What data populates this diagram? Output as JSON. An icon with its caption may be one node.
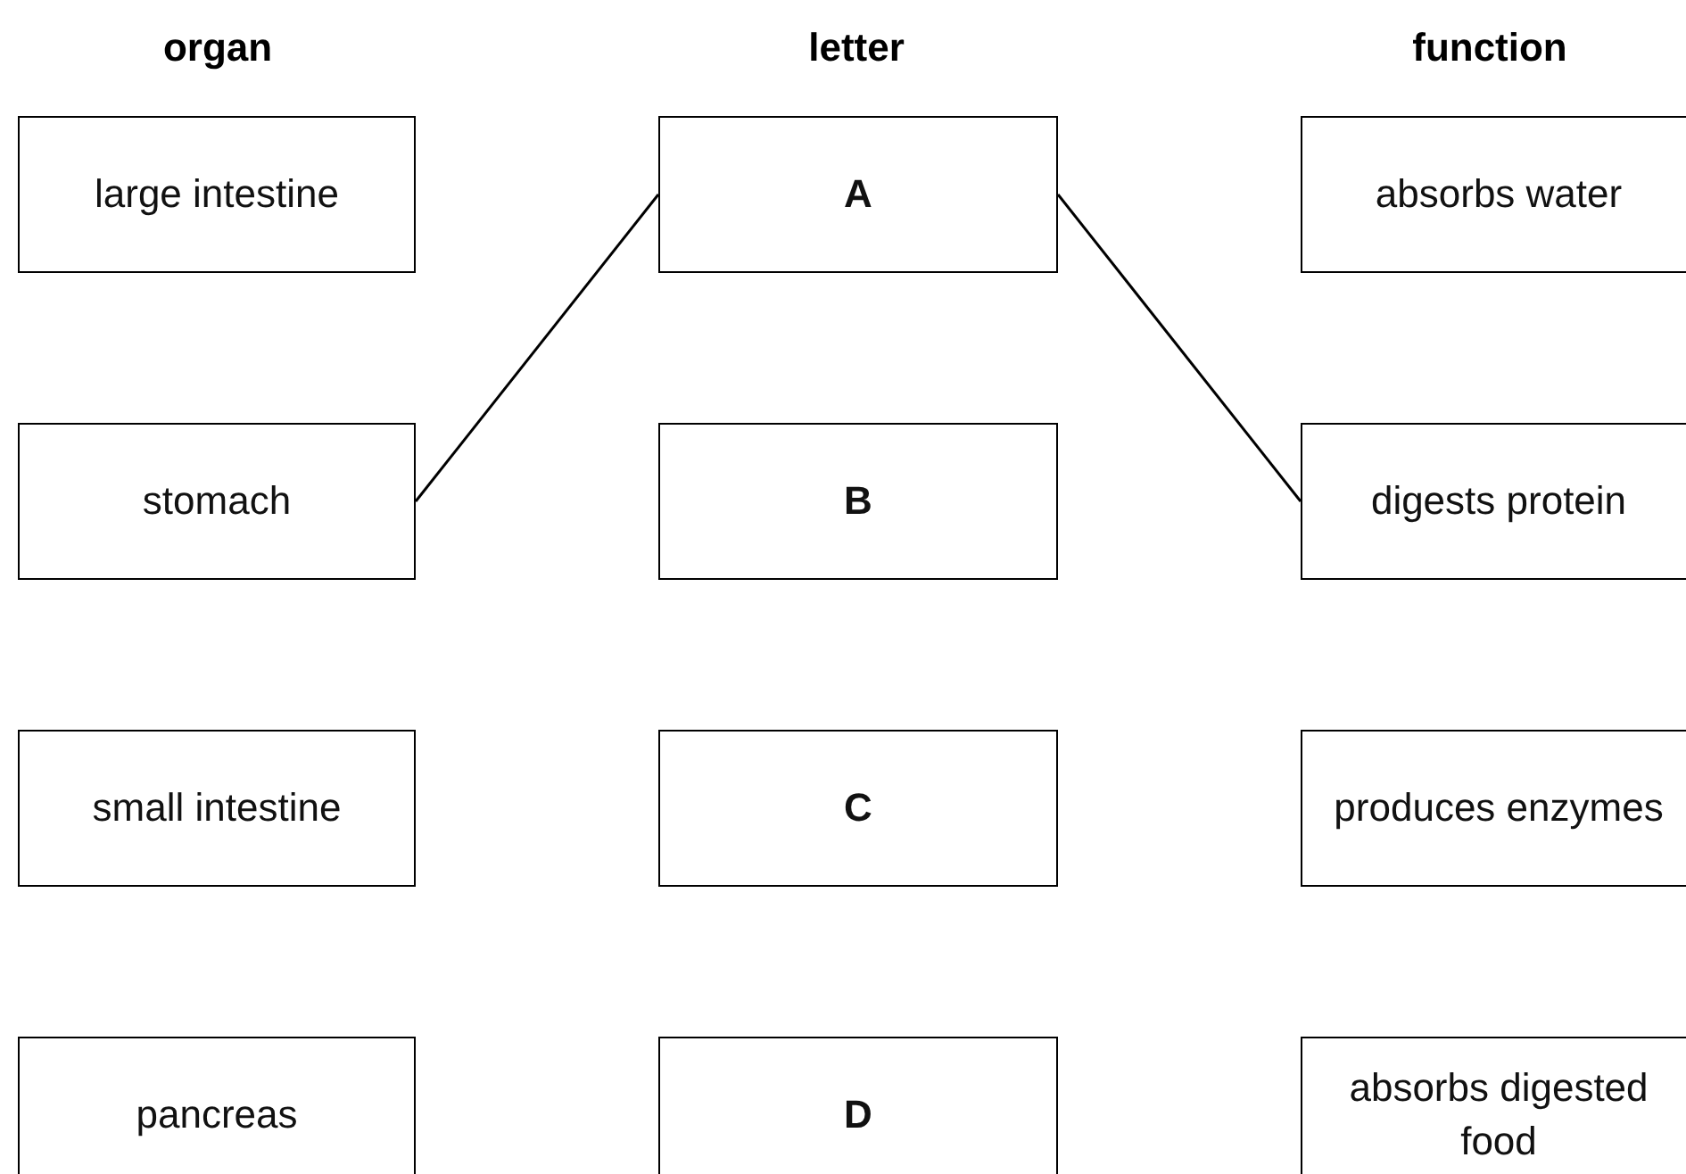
{
  "diagram": {
    "nodes": [
      {
        "text": [
          "large intestine"
        ]
      },
      {
        "text": [
          "A"
        ]
      },
      {
        "text": [
          "absorbs water"
        ]
      },
      {
        "text": [
          "stomach"
        ]
      },
      {
        "text": [
          "B"
        ]
      },
      {
        "text": [
          "digests protein"
        ]
      },
      {
        "text": [
          "small intestine"
        ]
      },
      {
        "text": [
          "C"
        ]
      },
      {
        "text": [
          "produces enzymes"
        ]
      },
      {
        "text": [
          "pancreas"
        ]
      },
      {
        "text": [
          "D"
        ]
      },
      {
        "text": [
          "absorbs digested food"
        ]
      }
    ],
    "edges": [
      {
        "from": 3,
        "to": 1,
        "arrow": "none"
      },
      {
        "from": 1,
        "to": 5,
        "arrow": "none"
      }
    ],
    "labels": [
      "organ",
      "letter",
      "function"
    ]
  }
}
